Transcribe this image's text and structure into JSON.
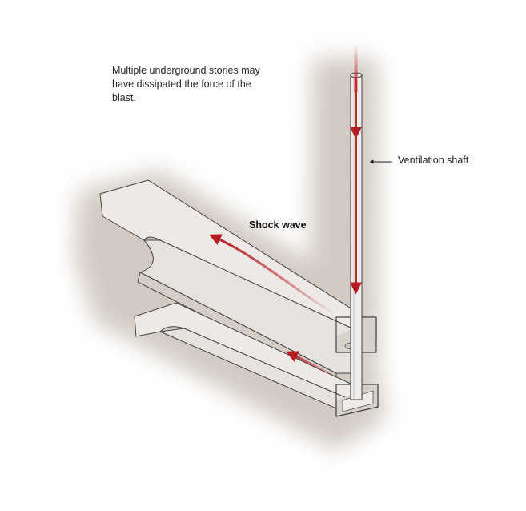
{
  "caption": "Multiple underground stories may have dissipated the force of the blast.",
  "labels": {
    "ventilation_shaft": "Ventilation shaft",
    "shock_wave": "Shock wave"
  },
  "colors": {
    "background": "#ffffff",
    "earth": "#cfc7bf",
    "tunnel_top": "#ece9e6",
    "tunnel_wall": "#dedad5",
    "outline": "#444444",
    "shock_arrow": "#b51e24"
  }
}
